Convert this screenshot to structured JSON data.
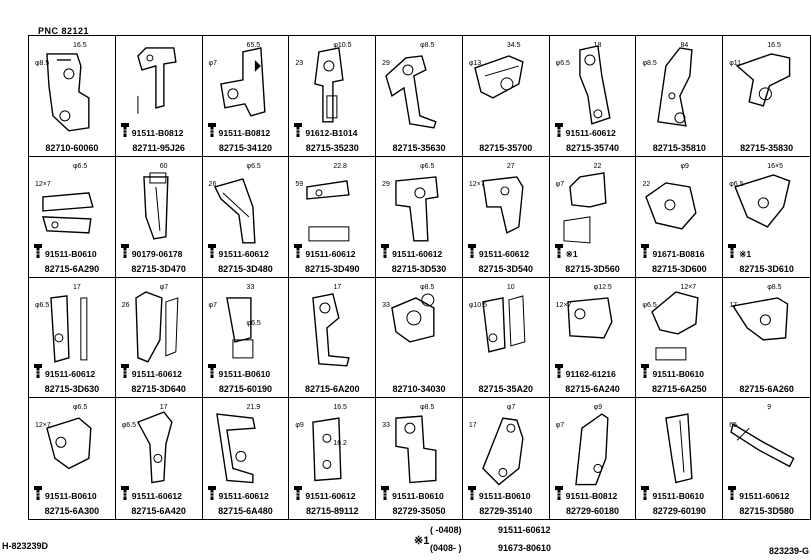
{
  "header": {
    "pnc": "PNC 82121"
  },
  "cells": [
    {
      "part": "82710-60060",
      "bolt": ""
    },
    {
      "part": "82711-95J26",
      "bolt": "91511-B0812"
    },
    {
      "part": "82715-34120",
      "bolt": "91511-B0812"
    },
    {
      "part": "82715-35230",
      "bolt": "91612-B1014"
    },
    {
      "part": "82715-35630",
      "bolt": ""
    },
    {
      "part": "82715-35700",
      "bolt": ""
    },
    {
      "part": "82715-35740",
      "bolt": "91511-60612"
    },
    {
      "part": "82715-35810",
      "bolt": ""
    },
    {
      "part": "82715-35830",
      "bolt": ""
    },
    {
      "part": "82715-6A290",
      "bolt": "91511-B0610"
    },
    {
      "part": "82715-3D470",
      "bolt": "90179-06178"
    },
    {
      "part": "82715-3D480",
      "bolt": "91511-60612"
    },
    {
      "part": "82715-3D490",
      "bolt": "91511-60612"
    },
    {
      "part": "82715-3D530",
      "bolt": "91511-60612"
    },
    {
      "part": "82715-3D540",
      "bolt": "91511-60612"
    },
    {
      "part": "82715-3D560",
      "bolt": "※1"
    },
    {
      "part": "82715-3D600",
      "bolt": "91671-B0816"
    },
    {
      "part": "82715-3D610",
      "bolt": "※1"
    },
    {
      "part": "82715-3D630",
      "bolt": "91511-60612"
    },
    {
      "part": "82715-3D640",
      "bolt": "91511-60612"
    },
    {
      "part": "82715-60190",
      "bolt": "91511-B0610"
    },
    {
      "part": "82715-6A200",
      "bolt": ""
    },
    {
      "part": "82710-34030",
      "bolt": ""
    },
    {
      "part": "82715-35A20",
      "bolt": ""
    },
    {
      "part": "82715-6A240",
      "bolt": "91162-61216"
    },
    {
      "part": "82715-6A250",
      "bolt": "91511-B0610"
    },
    {
      "part": "82715-6A260",
      "bolt": ""
    },
    {
      "part": "82715-6A300",
      "bolt": "91511-B0610"
    },
    {
      "part": "82715-6A420",
      "bolt": "91511-60612"
    },
    {
      "part": "82715-6A480",
      "bolt": "91511-60612"
    },
    {
      "part": "82715-89112",
      "bolt": "91511-60612"
    },
    {
      "part": "82729-35050",
      "bolt": "91511-B0610"
    },
    {
      "part": "82729-35140",
      "bolt": "91511-B0610"
    },
    {
      "part": "82729-60180",
      "bolt": "91511-B0812"
    },
    {
      "part": "82729-60190",
      "bolt": "91511-B0610"
    },
    {
      "part": "82715-3D580",
      "bolt": "91511-60612"
    }
  ],
  "dims": [
    "16.5",
    "φ8.5",
    "65.5",
    "φ7",
    "φ10.5",
    "23",
    "φ8.5",
    "29",
    "34.5",
    "φ13",
    "18",
    "φ6.5",
    "84",
    "φ8.5",
    "16.5",
    "φ11",
    "φ6.5",
    "12×7",
    "60",
    "φ6.5",
    "26",
    "22.8",
    "59",
    "φ6.5",
    "29",
    "27",
    "12×7",
    "22",
    "φ7",
    "φ9",
    "22",
    "16×5",
    "φ6.5",
    "17",
    "φ6.5",
    "φ7",
    "26",
    "33",
    "φ7",
    "φ6.5",
    "17",
    "φ8.5",
    "33",
    "10",
    "φ10.5",
    "φ12.5",
    "12×7",
    "12×7",
    "φ6.5",
    "φ8.5",
    "17",
    "φ6.5",
    "12×7",
    "17",
    "φ6.5",
    "21.9",
    "16.5",
    "φ9",
    "16.2",
    "φ8.5",
    "33",
    "φ7",
    "17",
    "φ9",
    "φ7",
    "9",
    "65"
  ],
  "legend": {
    "mark": "※1",
    "row1_range": "(      -0408)",
    "row1_part": "91511-60612",
    "row2_range": "(0408-      )",
    "row2_part": "91673-80610"
  },
  "footer": {
    "left": "H-823239D",
    "right": "823239-G"
  }
}
